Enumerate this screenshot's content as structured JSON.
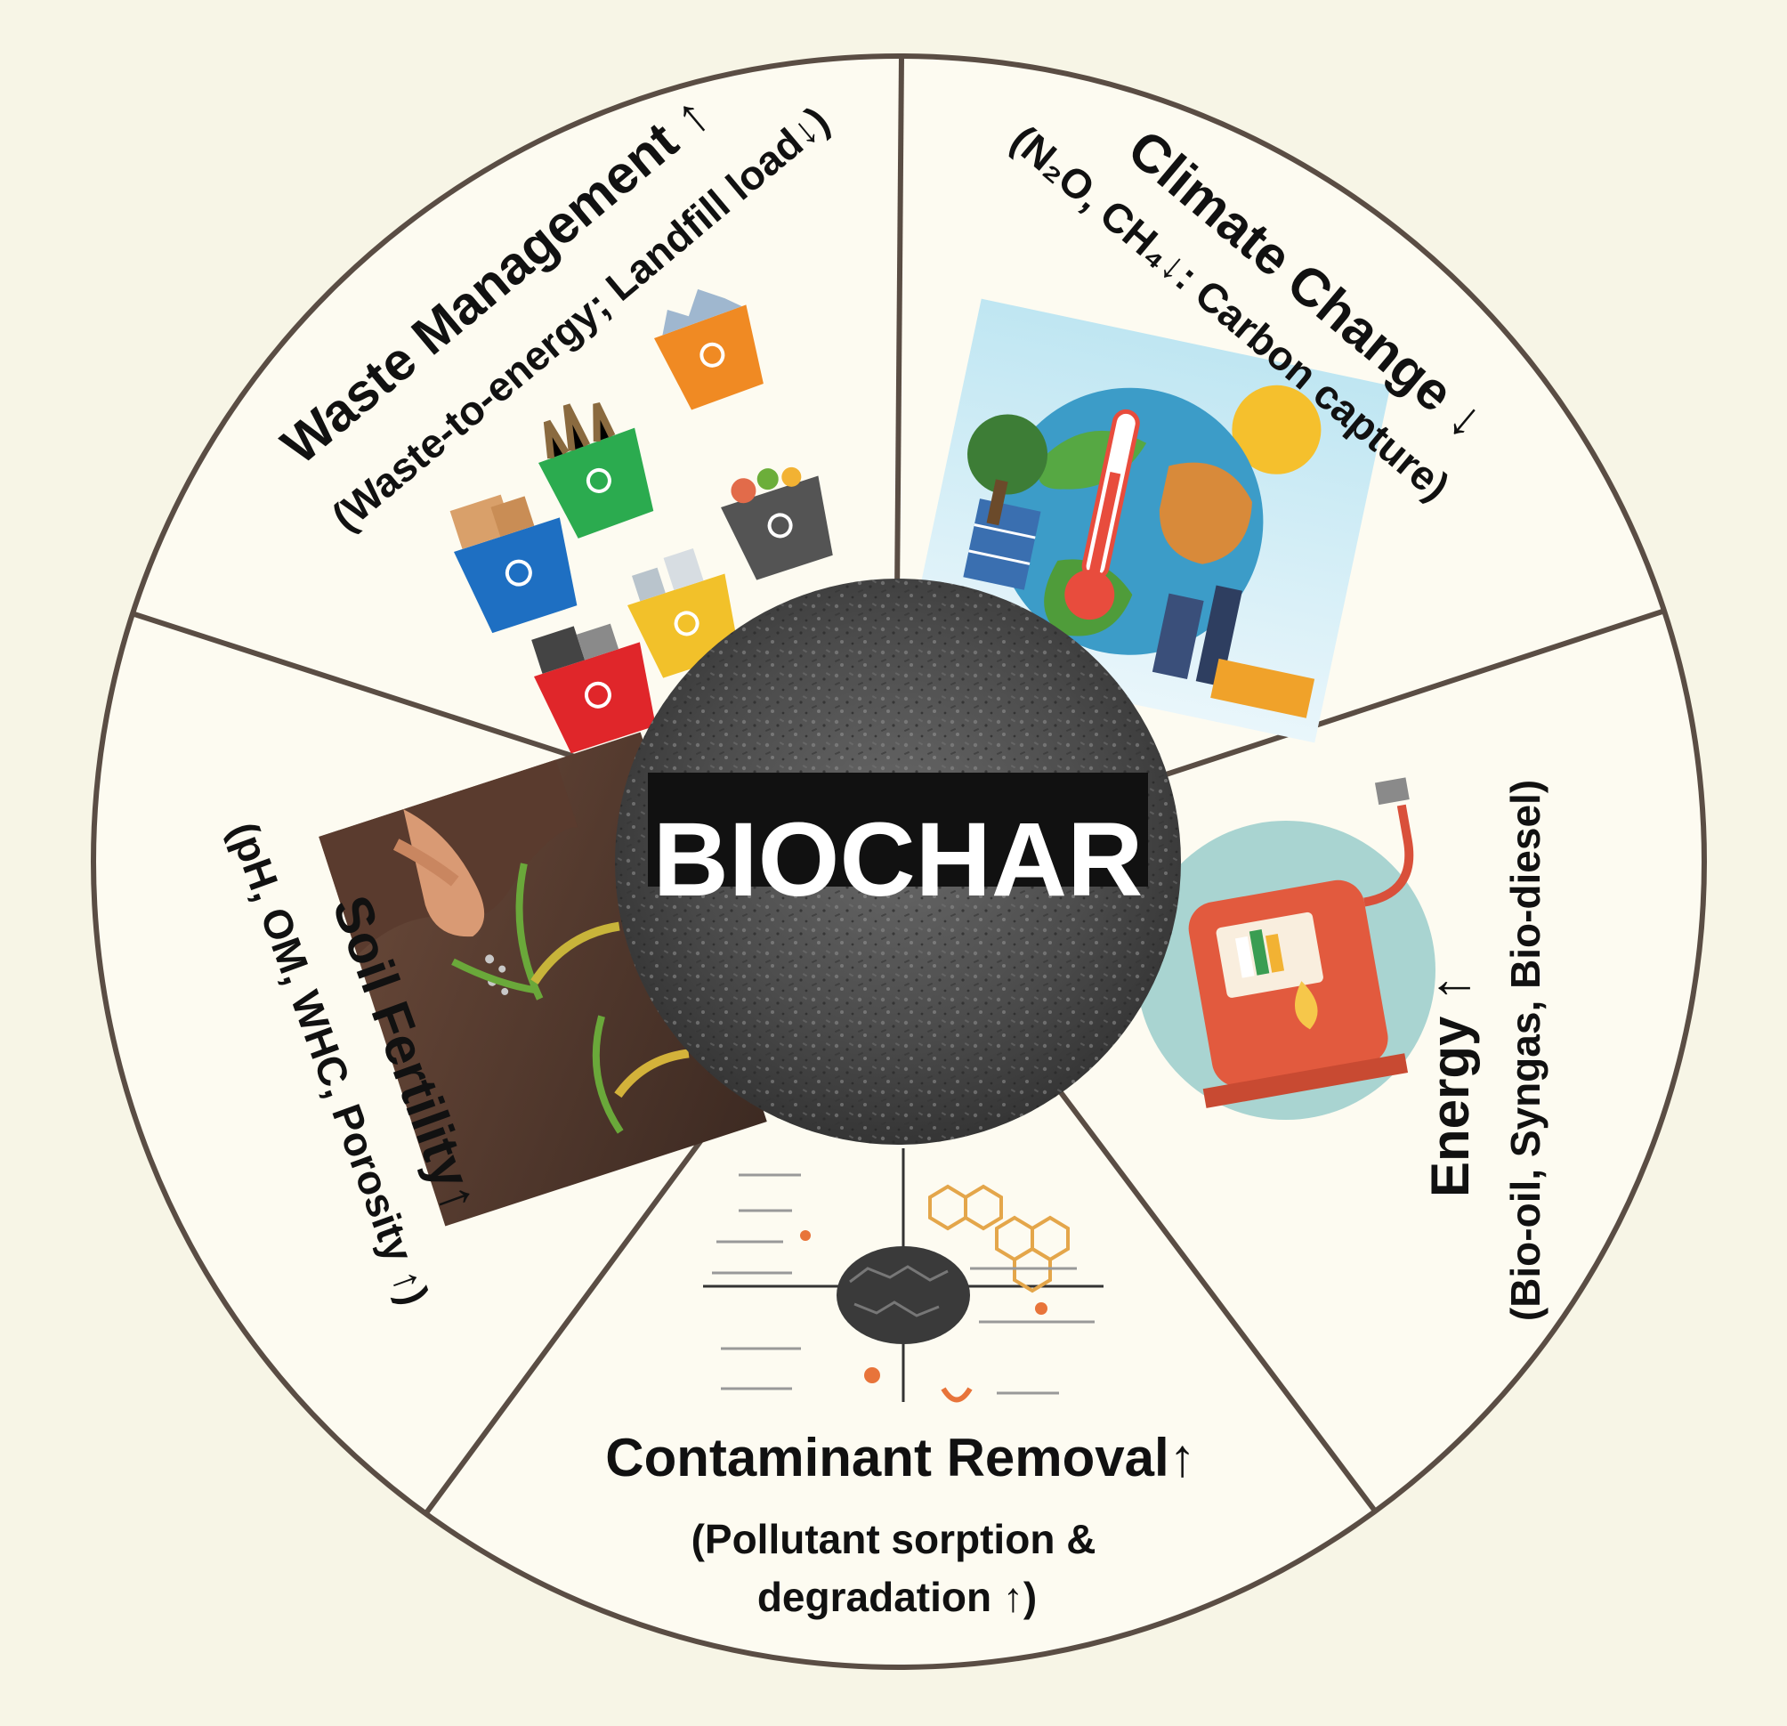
{
  "center": {
    "label": "BIOCHAR"
  },
  "segments": [
    {
      "title": "Waste Management ↑",
      "subtitle": "(Waste-to-energy; Landfill load↓)",
      "icon": "recycling-bins-icon"
    },
    {
      "title": "Climate Change ↓",
      "subtitle": "(N₂O, CH₄↓: Carbon capture)",
      "icon": "earth-thermometer-icon"
    },
    {
      "title": "Energy ↑",
      "subtitle": "(Bio-oil, Syngas, Bio-diesel)",
      "icon": "fuel-pump-icon"
    },
    {
      "title": "Contaminant Removal↑",
      "subtitle_line1": "(Pollutant sorption &",
      "subtitle_line2": "degradation ↑)",
      "icon": "sorption-mechanism-icon"
    },
    {
      "title": "Soil Fertility↑",
      "subtitle": "(pH, OM, WHC, Porosity ↑)",
      "icon": "seedling-soil-icon"
    }
  ],
  "colors": {
    "background": "#f7f5e6",
    "wheel_fill": "#fdfbf1",
    "divider": "#5a4d44",
    "biochar": "#4a4a4a"
  }
}
